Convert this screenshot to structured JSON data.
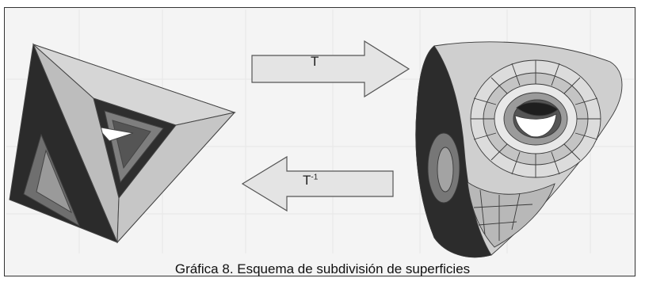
{
  "caption": "Gráfica 8. Esquema de subdivisión de superficies",
  "arrows": {
    "forward_label": "T",
    "inverse_label": "T",
    "inverse_exponent": "-1"
  },
  "figures": {
    "left_shape": "coarse-triangular-mesh-icon",
    "right_shape": "subdivided-smooth-surface-icon"
  },
  "colors": {
    "arrow_fill": "#e4e4e4",
    "arrow_stroke": "#555555",
    "light_face": "#cfcfcf",
    "mid_face": "#8a8a8a",
    "dark_face": "#2a2a2a"
  }
}
